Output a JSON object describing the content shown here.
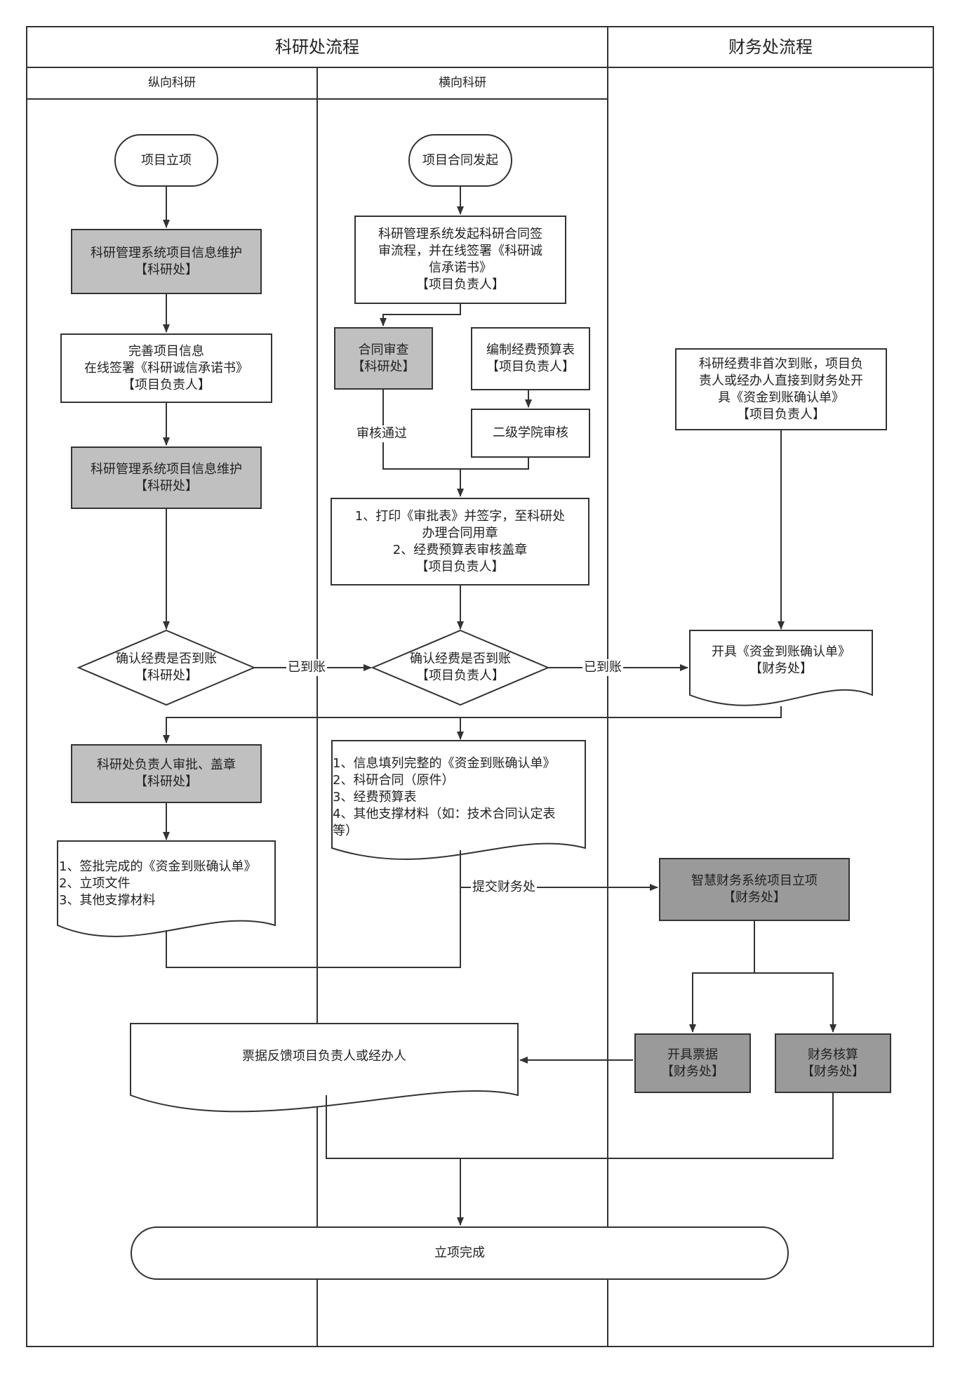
{
  "lanes": {
    "research": "科研处流程",
    "finance": "财务处流程",
    "vertical": "纵向科研",
    "horizontal": "横向科研"
  },
  "nodes": {
    "v_start": "项目立项",
    "v_maint1": "科研管理系统项目信息维护\n【科研处】",
    "v_complete": "完善项目信息\n在线签署《科研诚信承诺书》\n【项目负责人】",
    "v_maint2": "科研管理系统项目信息维护\n【科研处】",
    "v_confirm": "确认经费是否到账\n【科研处】",
    "v_approve": "科研处负责人审批、盖章\n【科研处】",
    "v_docs": "1、签批完成的《资金到账确认单》\n2、立项文件\n3、其他支撑材料",
    "h_start": "项目合同发起",
    "h_initiate": "科研管理系统发起科研合同签\n审流程，并在线签署《科研诚\n信承诺书》\n【项目负责人】",
    "h_review": "合同审查\n【科研处】",
    "h_budget": "编制经费预算表\n【项目负责人】",
    "h_college": "二级学院审核",
    "h_print": "1、打印《审批表》并签字，至科研处\n办理合同用章\n2、经费预算表审核盖章\n【项目负责人】",
    "h_confirm": "确认经费是否到账\n【项目负责人】",
    "h_docs": "1、信息填列完整的《资金到账确认单》\n2、科研合同（原件）\n3、经费预算表\n4、其他支撑材料（如：技术合同认定表\n等）",
    "f_nonfirst": "科研经费非首次到账，项目负\n责人或经办人直接到财务处开\n具《资金到账确认单》\n【项目负责人】",
    "f_issue": "开具《资金到账确认单》\n【财务处】",
    "f_smart": "智慧财务系统项目立项\n【财务处】",
    "f_invoice": "开具票据\n【财务处】",
    "f_account": "财务核算\n【财务处】",
    "feedback": "票据反馈项目负责人或经办人",
    "end": "立项完成"
  },
  "edge_labels": {
    "passed": "审核通过",
    "arrived1": "已到账",
    "arrived2": "已到账",
    "submit": "提交财务处"
  },
  "colors": {
    "line": "#333333",
    "gray_fill": "#c0c0c0",
    "dark_gray_fill": "#9a9a9a"
  }
}
